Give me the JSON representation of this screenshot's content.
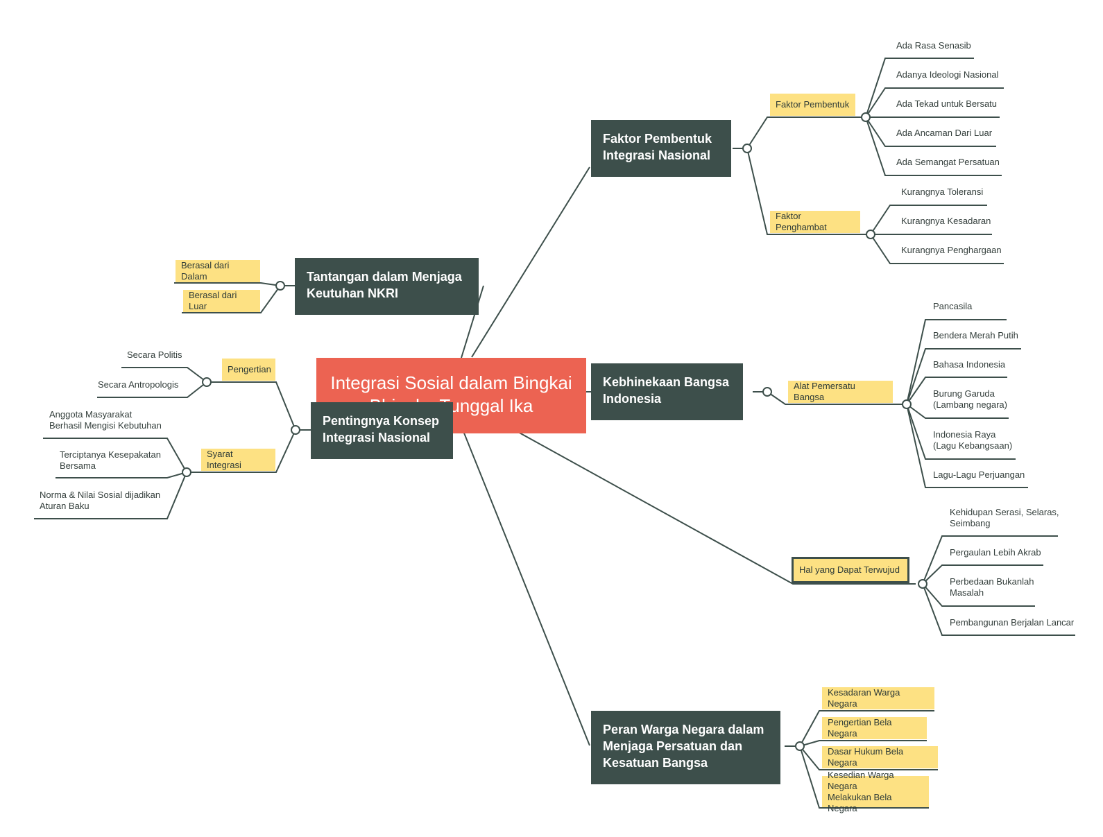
{
  "central": {
    "line1": "Integrasi Sosial dalam Bingkai",
    "line2": "Bhineka Tunggal Ika"
  },
  "faktor": {
    "title1": "Faktor Pembentuk",
    "title2": "Integrasi Nasional",
    "pembentuk": "Faktor Pembentuk",
    "pembentuk_items": [
      "Ada Rasa Senasib",
      "Adanya Ideologi Nasional",
      "Ada Tekad untuk Bersatu",
      "Ada Ancaman Dari Luar",
      "Ada Semangat Persatuan"
    ],
    "penghambat": "Faktor Penghambat",
    "penghambat_items": [
      "Kurangnya Toleransi",
      "Kurangnya Kesadaran",
      "Kurangnya Penghargaan"
    ]
  },
  "kebhinekaan": {
    "title1": "Kebhinekaan Bangsa",
    "title2": "Indonesia",
    "alat": "Alat Pemersatu Bangsa",
    "items": [
      "Pancasila",
      "Bendera Merah Putih",
      "Bahasa Indonesia",
      "Burung Garuda",
      "(Lambang negara)",
      "Indonesia Raya",
      "(Lagu Kebangsaan)",
      "Lagu-Lagu Perjuangan"
    ]
  },
  "hal": {
    "label": "Hal yang Dapat Terwujud",
    "items": [
      "Kehidupan Serasi, Selaras,",
      "Seimbang",
      "Pergaulan Lebih Akrab",
      "Perbedaan Bukanlah",
      "Masalah",
      "Pembangunan Berjalan Lancar"
    ]
  },
  "peran": {
    "title1": "Peran Warga Negara dalam",
    "title2": "Menjaga Persatuan dan",
    "title3": "Kesatuan Bangsa",
    "items": [
      "Kesadaran Warga Negara",
      "Pengertian Bela Negara",
      "Dasar Hukum Bela Negara",
      "Kesedian Warga Negara",
      "Melakukan Bela Negara"
    ]
  },
  "tantangan": {
    "title1": "Tantangan dalam Menjaga",
    "title2": "Keutuhan NKRI",
    "items": [
      "Berasal dari Dalam",
      "Berasal dari Luar"
    ]
  },
  "pentingnya": {
    "title1": "Pentingnya Konsep",
    "title2": "Integrasi Nasional",
    "pengertian": "Pengertian",
    "pengertian_items": [
      "Secara Politis",
      "Secara Antropologis"
    ],
    "syarat": "Syarat Integrasi",
    "syarat_items": [
      "Anggota Masyarakat",
      "Berhasil Mengisi Kebutuhan",
      "Terciptanya Kesepakatan",
      "Bersama",
      "Norma & Nilai Sosial dijadikan",
      "Aturan Baku"
    ]
  },
  "colors": {
    "central": "#ec6352",
    "main": "#3d4f4b",
    "tag": "#fde183",
    "line": "#3d4f4b"
  }
}
